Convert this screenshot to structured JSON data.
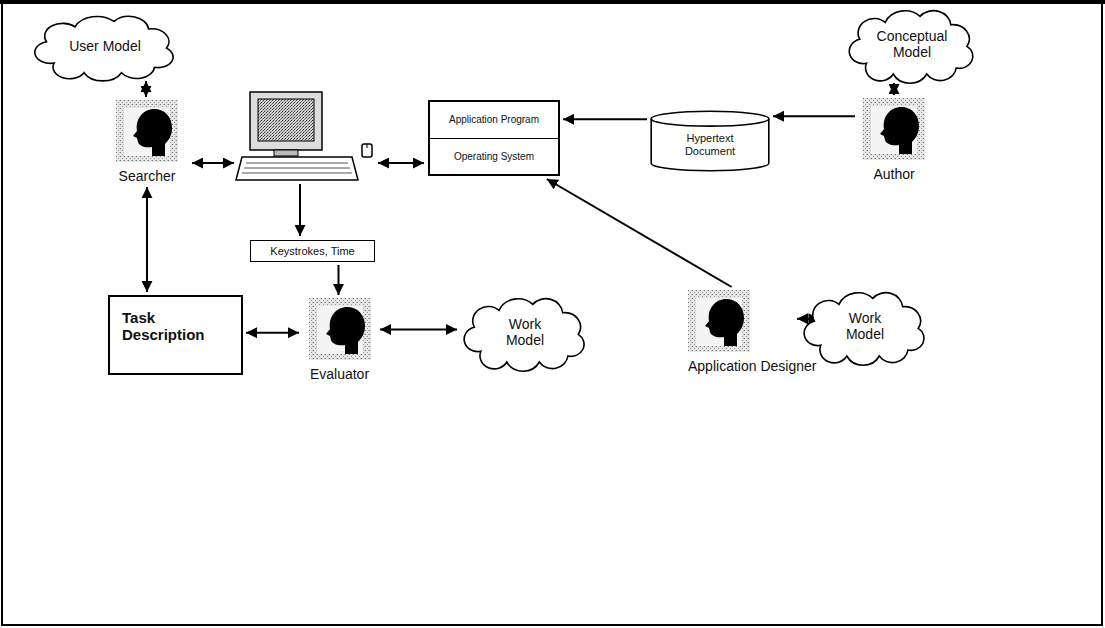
{
  "diagram": {
    "nodes": [
      {
        "text": [
          "User Model"
        ]
      },
      {
        "text": [
          "Conceptual Model"
        ]
      },
      {
        "text": [
          "Searcher"
        ]
      },
      {
        "text": [
          "Application Program",
          "Operating System"
        ]
      },
      {
        "text": [
          "Hypertext Document"
        ]
      },
      {
        "text": [
          "Author"
        ]
      },
      {
        "text": [
          "Keystrokes, Time"
        ]
      },
      {
        "text": [
          "Task Description"
        ]
      },
      {
        "text": [
          "Evaluator"
        ]
      },
      {
        "text": [
          "Work Model"
        ]
      },
      {
        "text": [
          "Application Designer"
        ]
      },
      {
        "text": [
          "Work Model"
        ]
      }
    ],
    "edges": [
      {
        "from": 0,
        "to": 2,
        "arrow": "both"
      },
      {
        "from": 1,
        "to": 5,
        "arrow": "both"
      },
      {
        "from": 4,
        "to": 3,
        "arrow": "to"
      },
      {
        "from": 5,
        "to": 4,
        "arrow": "to"
      },
      {
        "from": 2,
        "to": 7,
        "arrow": "both"
      },
      {
        "from": 6,
        "to": 8,
        "arrow": "to"
      },
      {
        "from": 7,
        "to": 8,
        "arrow": "both"
      },
      {
        "from": 8,
        "to": 9,
        "arrow": "both"
      },
      {
        "from": 10,
        "to": 3,
        "arrow": "to"
      },
      {
        "from": 10,
        "to": 11,
        "arrow": "both"
      }
    ]
  }
}
